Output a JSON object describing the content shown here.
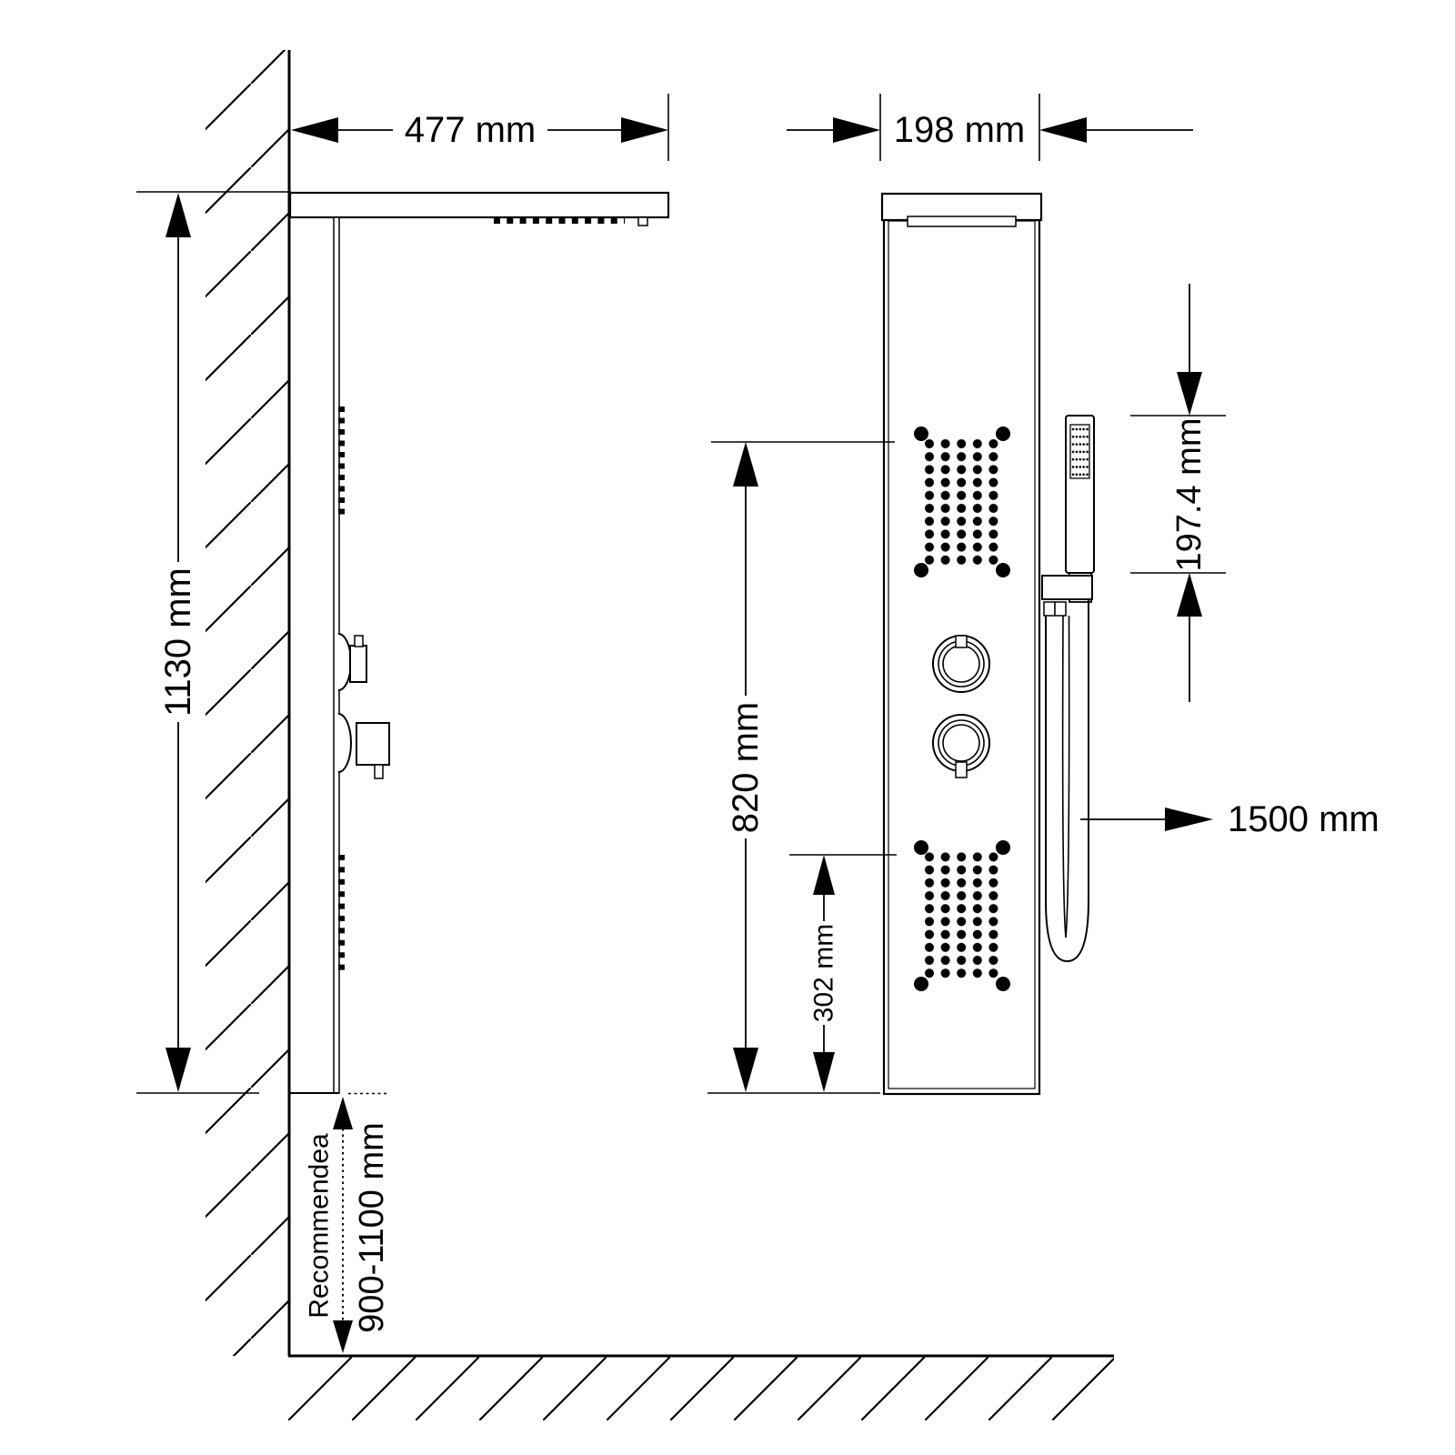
{
  "drawing": {
    "type": "shower-panel installation dimension drawing",
    "line_color": "#000000",
    "background_color": "#ffffff"
  },
  "dimensions": {
    "head_depth": "477 mm",
    "panel_width": "198 mm",
    "panel_height": "1130 mm",
    "upper_jet_height": "820 mm",
    "lower_jet_height": "302 mm",
    "hand_shower_length": "197.4 mm",
    "hose_length": "1500 mm",
    "recommended_label": "Recommendea",
    "recommended_range": "900-1100 mm"
  }
}
